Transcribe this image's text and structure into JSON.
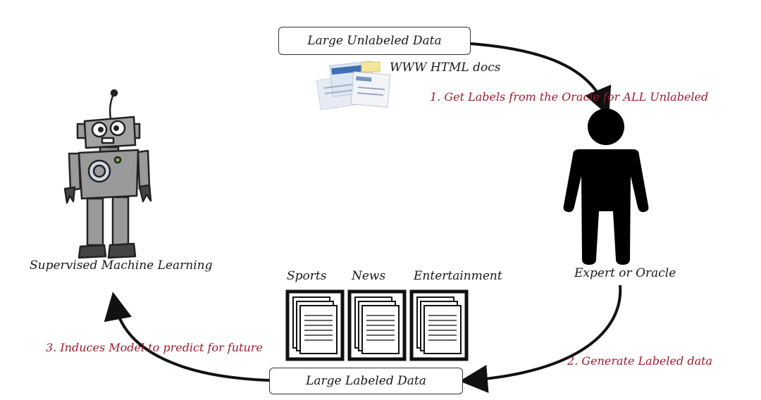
{
  "boxes": {
    "unlabeled": "Large Unlabeled Data",
    "labeled": "Large Labeled Data"
  },
  "labels": {
    "www": "WWW HTML docs",
    "learner": "Supervised Machine Learning",
    "oracle": "Expert or Oracle",
    "categories": [
      "Sports",
      "News",
      "Entertainment"
    ]
  },
  "steps": {
    "step1": "1. Get Labels from the Oracle for ALL Unlabeled",
    "step2": "2. Generate Labeled data",
    "step3": "3. Induces Model to predict for future"
  },
  "colors": {
    "step_text": "#9e1b2e",
    "arrow": "#111111",
    "robot_body": "#9a9a9a"
  },
  "icons": [
    "web-documents-icon",
    "robot-icon",
    "person-icon",
    "document-stack-icon"
  ]
}
